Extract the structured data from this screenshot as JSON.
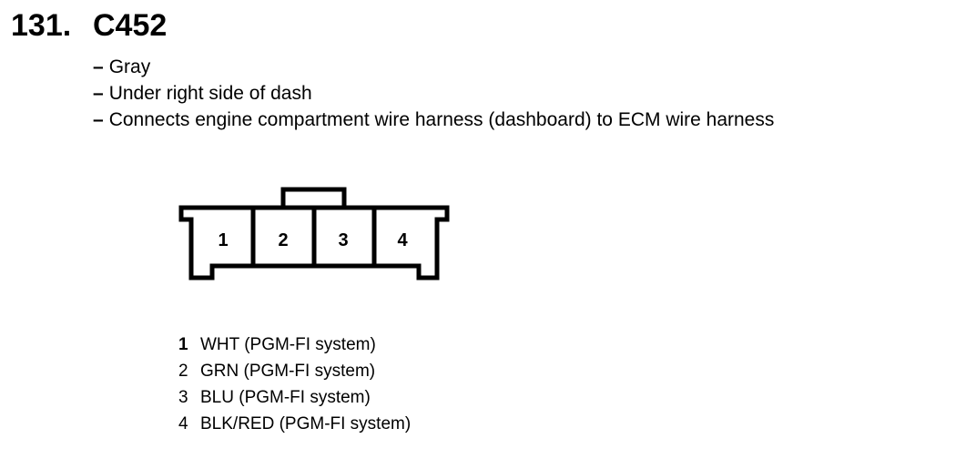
{
  "header": {
    "number": "131.",
    "connector_id": "C452"
  },
  "details": [
    {
      "bullet": "–",
      "text": "Gray"
    },
    {
      "bullet": "–",
      "text": "Under right side of dash"
    },
    {
      "bullet": "–",
      "text": "Connects engine compartment wire harness (dashboard) to ECM wire harness"
    }
  ],
  "connector": {
    "cavity_labels": [
      "1",
      "2",
      "3",
      "4"
    ]
  },
  "pins": [
    {
      "num": "1",
      "desc": "WHT (PGM-FI system)"
    },
    {
      "num": "2",
      "desc": "GRN (PGM-FI system)"
    },
    {
      "num": "3",
      "desc": "BLU (PGM-FI system)"
    },
    {
      "num": "4",
      "desc": "BLK/RED (PGM-FI system)"
    }
  ]
}
